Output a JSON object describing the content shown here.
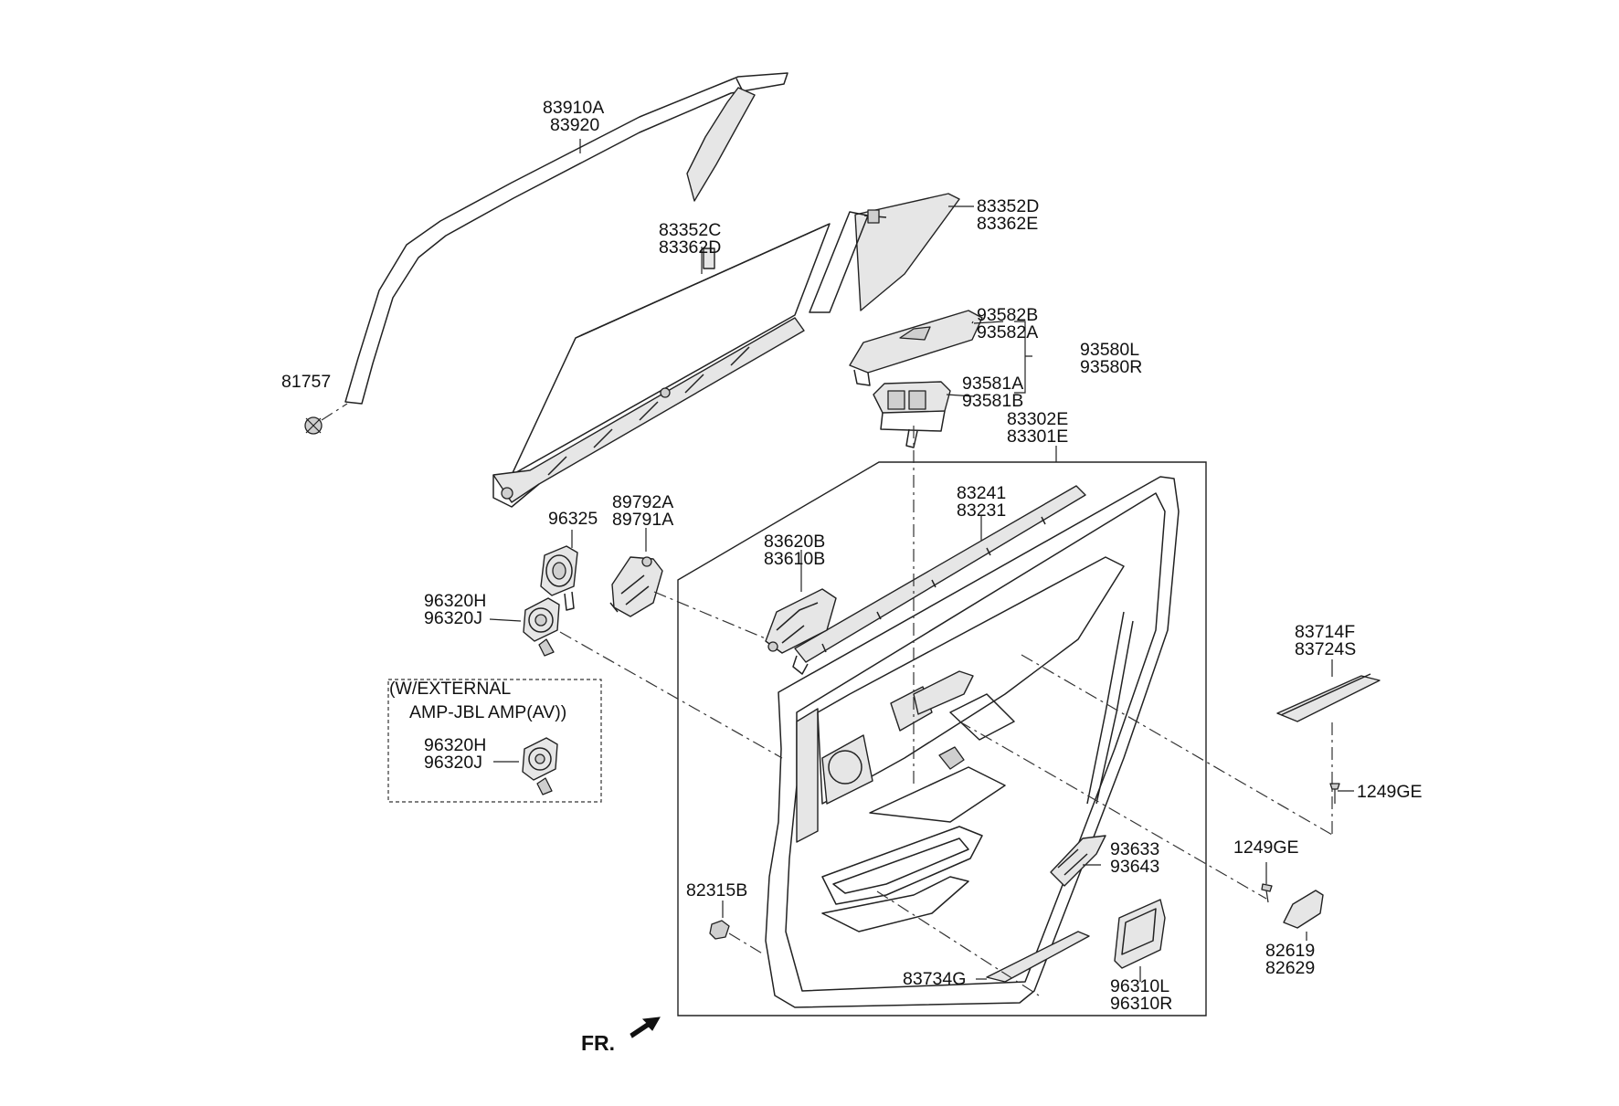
{
  "labels": {
    "p83910A": "83910A",
    "p83920": "83920",
    "p81757": "81757",
    "p83352C": "83352C",
    "p83362D": "83362D",
    "p83352D": "83352D",
    "p83362E": "83362E",
    "p93582B": "93582B",
    "p93582A": "93582A",
    "p93580L": "93580L",
    "p93580R": "93580R",
    "p93581A": "93581A",
    "p93581B": "93581B",
    "p83302E": "83302E",
    "p83301E": "83301E",
    "p83241": "83241",
    "p83231": "83231",
    "p96325": "96325",
    "p89792A": "89792A",
    "p89791A": "89791A",
    "p83620B": "83620B",
    "p83610B": "83610B",
    "p96320H": "96320H",
    "p96320J": "96320J",
    "ext1": "(W/EXTERNAL",
    "ext2": "AMP-JBL AMP(AV))",
    "p96320H_b": "96320H",
    "p96320J_b": "96320J",
    "p83714F": "83714F",
    "p83724S": "83724S",
    "p1249GE_a": "1249GE",
    "p1249GE_b": "1249GE",
    "p93633": "93633",
    "p93643": "93643",
    "p82315B": "82315B",
    "p82619": "82619",
    "p82629": "82629",
    "p83734G": "83734G",
    "p96310L": "96310L",
    "p96310R": "96310R",
    "fr": "FR."
  }
}
